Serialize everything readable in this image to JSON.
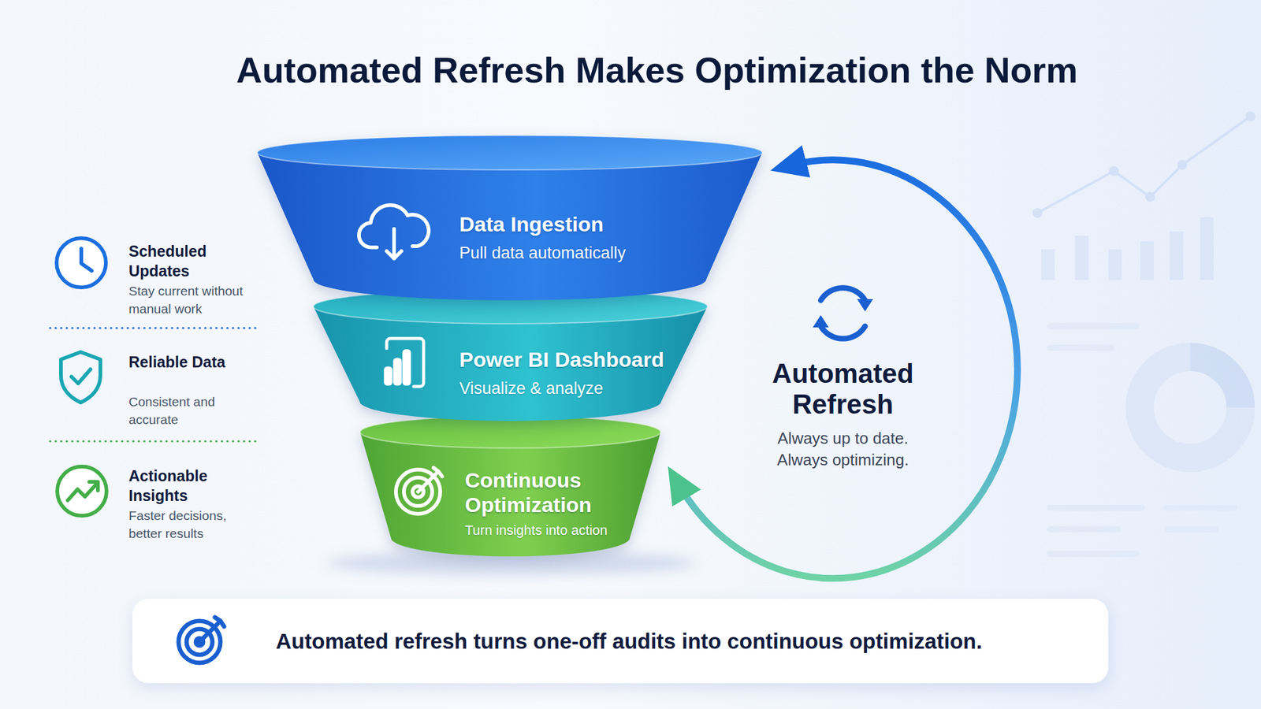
{
  "diagram": {
    "title": "Automated Refresh Makes Optimization the Norm",
    "nodes": [
      {
        "text": [
          "Data Ingestion",
          "Pull data automatically"
        ]
      },
      {
        "text": [
          "Power BI Dashboard",
          "Visualize & analyze"
        ]
      },
      {
        "text": [
          "Continuous Optimization",
          "Turn insights into action"
        ]
      },
      {
        "text": [
          "Automated refresh turns one-off audits into continuous optimization."
        ]
      }
    ],
    "edges": [
      {
        "from": 2,
        "to": 0,
        "arrow": "both"
      }
    ],
    "labels": [
      "Scheduled Updates",
      "Stay current without manual work",
      "Reliable Data",
      "Consistent and accurate",
      "Actionable Insights",
      "Faster decisions, better results",
      "Automated Refresh",
      "Always up to date. Always optimizing."
    ]
  }
}
